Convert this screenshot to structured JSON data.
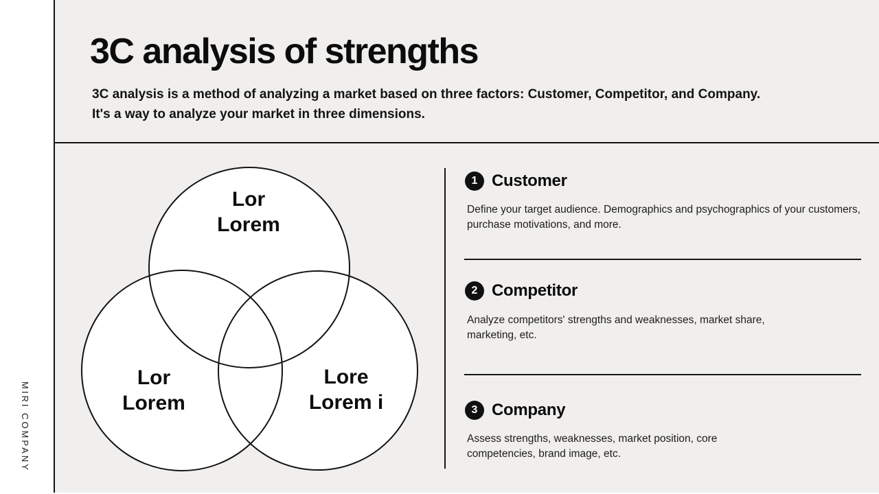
{
  "colors": {
    "main_bg": "#f0efed",
    "sidebar_bg": "#ffffff",
    "line": "#131313",
    "badge_bg": "#101010",
    "badge_text": "#ffffff",
    "text": "#111111"
  },
  "sidebar": {
    "company": "MIRI COMPANY"
  },
  "header": {
    "title": "3C analysis of strengths",
    "subtitle_line1": "3C analysis is a method of analyzing a market based on three factors: Customer, Competitor, and Company.",
    "subtitle_line2": "It's a way to analyze your market in three dimensions."
  },
  "venn": {
    "circles": [
      {
        "position": "top",
        "line1": "Lor",
        "line2": "Lorem"
      },
      {
        "position": "bottom-left",
        "line1": "Lor",
        "line2": "Lorem"
      },
      {
        "position": "bottom-right",
        "line1": "Lore",
        "line2": "Lorem i"
      }
    ]
  },
  "sections": [
    {
      "number": "1",
      "title": "Customer",
      "body_line1": "Define your target audience. Demographics and psychographics of your customers,",
      "body_line2": "purchase motivations, and more."
    },
    {
      "number": "2",
      "title": "Competitor",
      "body_line1": "Analyze competitors' strengths and weaknesses, market share,",
      "body_line2": "marketing, etc."
    },
    {
      "number": "3",
      "title": "Company",
      "body_line1": "Assess strengths, weaknesses, market position, core",
      "body_line2": "competencies, brand image, etc."
    }
  ]
}
